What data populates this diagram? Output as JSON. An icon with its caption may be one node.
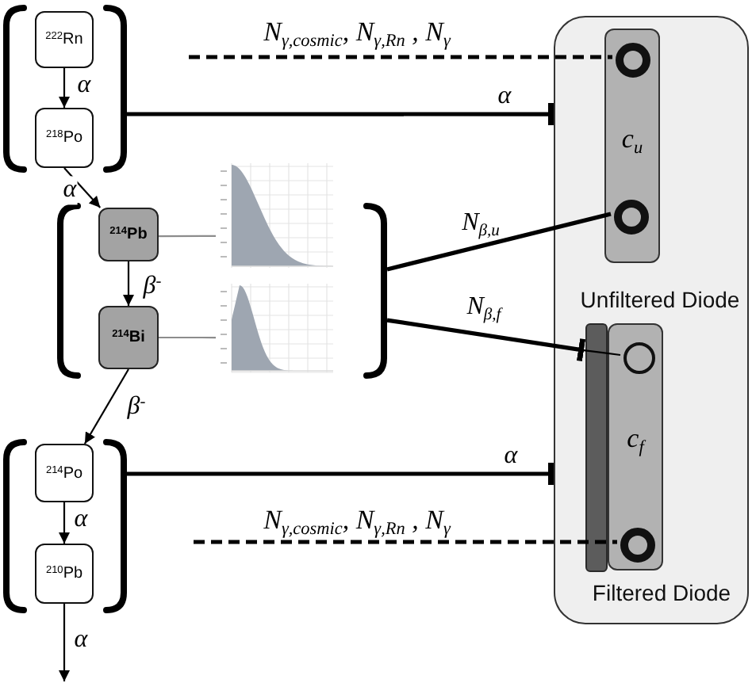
{
  "diagram": {
    "nodes": [
      {
        "text": [],
        "shape": "bracket"
      },
      {
        "text": [
          "$^{222}$Rn"
        ],
        "in": 0
      },
      {
        "text": [
          "$^{218}$Po"
        ],
        "in": 0
      },
      {
        "text": [],
        "shape": "bracket"
      },
      {
        "text": [
          "$^{214}$Pb"
        ],
        "in": 3
      },
      {
        "text": [],
        "shape": "picture"
      },
      {
        "text": [
          "$^{214}$Bi"
        ],
        "in": 3
      },
      {
        "text": [],
        "shape": "picture",
        "in": 3
      },
      {
        "text": [],
        "shape": "bracket"
      },
      {
        "text": [
          "$^{214}$Po"
        ],
        "in": 8
      },
      {
        "text": [
          "$^{210}$Pb"
        ],
        "in": 8
      },
      {
        "text": [],
        "shape": "box"
      },
      {
        "text": [
          "c$_{u}$"
        ],
        "beside": [
          "Unfiltered Diode"
        ],
        "in": 11
      },
      {
        "text": [],
        "shape": "circle",
        "in": 12
      },
      {
        "text": [],
        "shape": "circle",
        "in": 12
      },
      {
        "text": [],
        "shape": "bar",
        "in": 11
      },
      {
        "text": [
          "c$_{f}$"
        ],
        "beside": [
          "Filtered Diode"
        ],
        "in": 11
      },
      {
        "text": [],
        "shape": "circle",
        "in": 16
      },
      {
        "text": [],
        "shape": "circle",
        "in": 16
      }
    ],
    "edges": [
      {
        "from": 1,
        "to": 2,
        "arrow": "to",
        "label": "α"
      },
      {
        "from": 2,
        "to": 4,
        "arrow": "to",
        "label": "α"
      },
      {
        "from": 4,
        "to": 6,
        "arrow": "to",
        "label": "β$^{-}$"
      },
      {
        "from": 6,
        "to": 9,
        "arrow": "to",
        "label": "β$^{-}$"
      },
      {
        "from": 9,
        "to": 10,
        "arrow": "to",
        "label": "α"
      },
      {
        "from": 10,
        "to": null,
        "arrow": "to",
        "label": "α"
      },
      {
        "from": 4,
        "to": 5,
        "arrow": "none",
        "color": "#8c8c8c"
      },
      {
        "from": 6,
        "to": 7,
        "arrow": "none",
        "color": "#8c8c8c"
      },
      {
        "from": null,
        "to": 13,
        "arrow": "none",
        "style": "dashed",
        "label": "N$_{γ,cosmic}$, N$_{γ,Rn}$ , N$_{γ}$"
      },
      {
        "from": 0,
        "to": 11,
        "arrow": "other",
        "style": "thick",
        "label": "α"
      },
      {
        "from": 3,
        "to": 14,
        "arrow": "none",
        "style": "thick",
        "label": "N$_{β,u}$"
      },
      {
        "from": 3,
        "to": 15,
        "arrow": "other",
        "style": "thick",
        "label": "N$_{β,f}$"
      },
      {
        "from": 15,
        "to": 17,
        "arrow": "none"
      },
      {
        "from": 8,
        "to": 11,
        "arrow": "other",
        "style": "thick",
        "label": "α"
      },
      {
        "from": null,
        "to": 18,
        "arrow": "none",
        "style": "dashed",
        "label": "N$_{γ,cosmic}$, N$_{γ,Rn}$ , N$_{γ}$"
      }
    ]
  }
}
